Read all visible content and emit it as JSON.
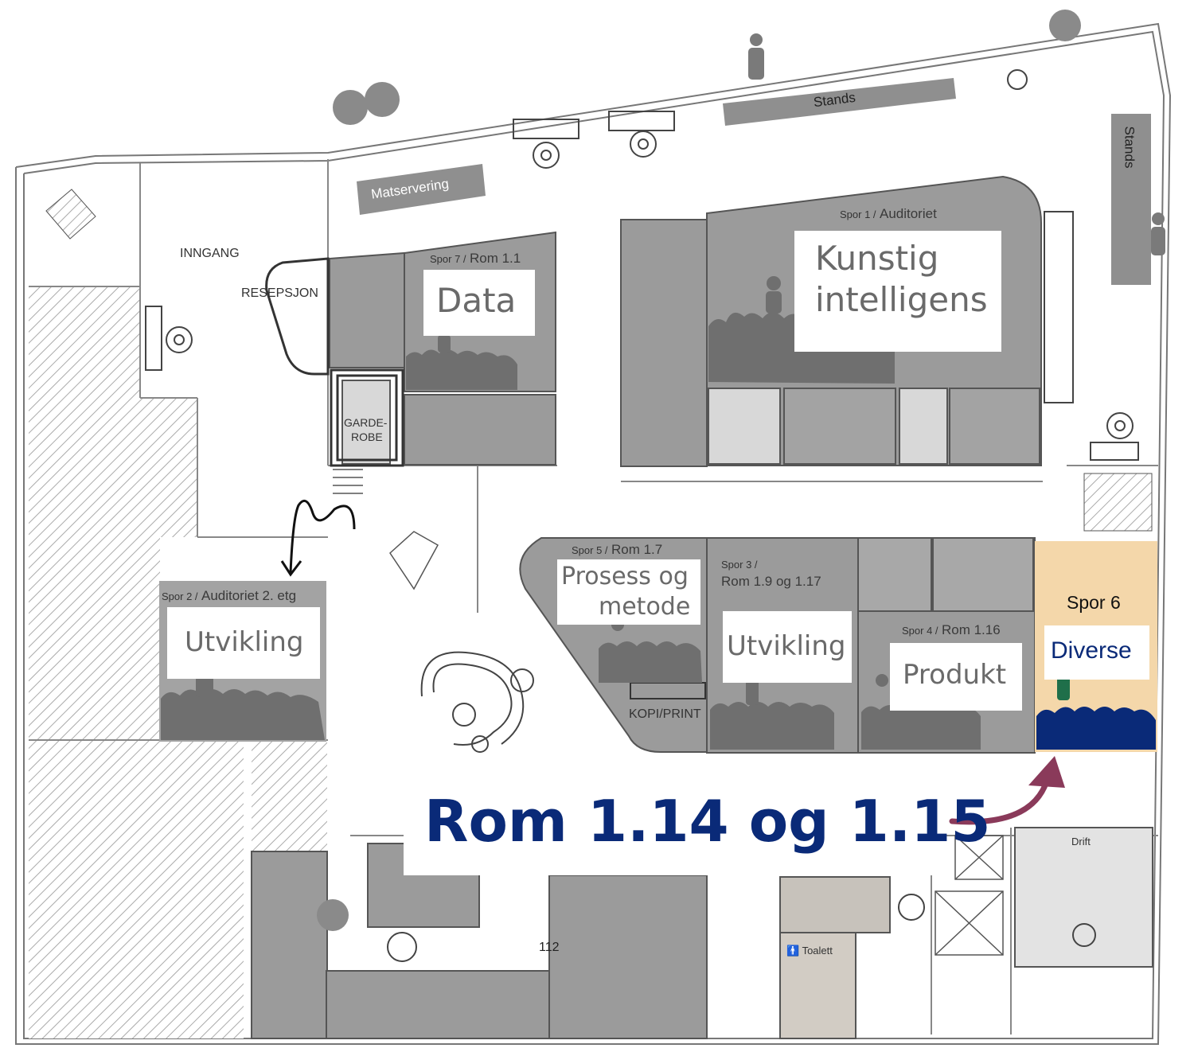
{
  "colors": {
    "room_fill": "#9b9b9b",
    "audience": "#6f6f6f",
    "accent_navy": "#0a2a78",
    "highlight_room": "#f4d7aa",
    "arrow": "#8a3a5a",
    "wall": "#555555"
  },
  "labels": {
    "inngang": "INNGANG",
    "resepsjon": "RESEPSJON",
    "garderobe_1": "GARDE-",
    "garderobe_2": "ROBE",
    "matservering": "Matservering",
    "stands_top": "Stands",
    "stands_right": "Stands",
    "kopi_print": "KOPI/PRINT",
    "drift": "Drift",
    "toalett": "Toalett",
    "room_112": "112"
  },
  "rooms": {
    "ai": {
      "spor": "Spor 1 /",
      "room": "Auditoriet",
      "title_1": "Kunstig",
      "title_2": "intelligens"
    },
    "data": {
      "spor": "Spor 7 /",
      "room": "Rom 1.1",
      "title": "Data"
    },
    "utvikling_2": {
      "spor": "Spor 2 /",
      "room": "Auditoriet 2. etg",
      "title": "Utvikling"
    },
    "prosess": {
      "spor": "Spor 5 /",
      "room": "Rom 1.7",
      "title_1": "Prosess og",
      "title_2": "metode"
    },
    "utvikling_3": {
      "spor_1": "Spor 3 /",
      "room": "Rom 1.9 og 1.17",
      "title": "Utvikling"
    },
    "produkt": {
      "spor": "Spor 4 /",
      "room": "Rom 1.16",
      "title": "Produkt"
    },
    "diverse": {
      "spor": "Spor 6",
      "title": "Diverse"
    }
  },
  "callout": {
    "text": "Rom 1.14 og 1.15"
  }
}
